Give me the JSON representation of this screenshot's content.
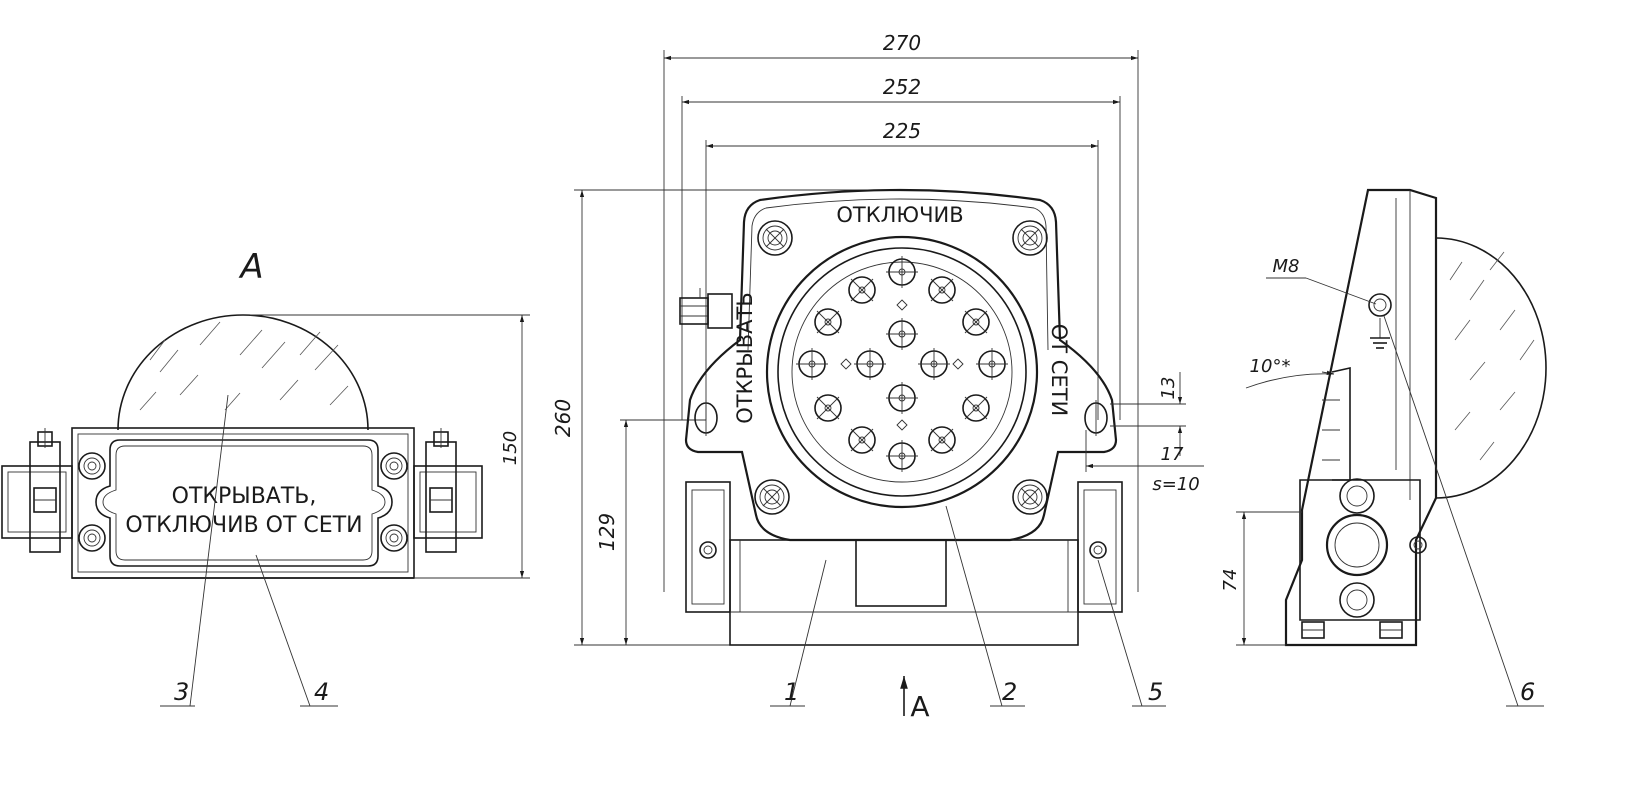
{
  "view_a": {
    "view_label": "А",
    "plate_line1": "ОТКРЫВАТЬ,",
    "plate_line2": "ОТКЛЮЧИВ ОТ СЕТИ",
    "dim_height": "150",
    "callout_3": "3",
    "callout_4": "4"
  },
  "front": {
    "dim_270": "270",
    "dim_252": "252",
    "dim_225": "225",
    "dim_260": "260",
    "dim_129": "129",
    "dim_13": "13",
    "dim_17": "17",
    "dim_s10": "s=10",
    "label_top": "ОТКЛЮЧИВ",
    "label_left": "ОТКРЫВАТЬ",
    "label_right": "ОТ СЕТИ",
    "callout_1": "1",
    "callout_2": "2",
    "callout_5": "5",
    "arrow_label": "А"
  },
  "side": {
    "thread_label": "М8",
    "angle_label": "10°*",
    "dim_74": "74",
    "callout_6": "6"
  }
}
